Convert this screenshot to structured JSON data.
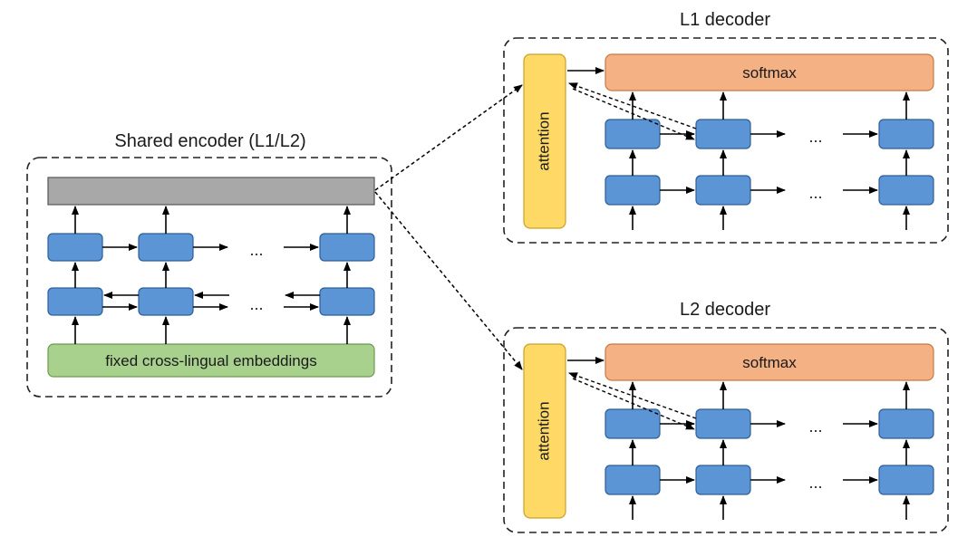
{
  "encoder": {
    "title": "Shared encoder (L1/L2)",
    "embedding_label": "fixed cross-lingual embeddings",
    "ellipsis_upper": "...",
    "ellipsis_lower": "..."
  },
  "decoder_l1": {
    "title": "L1 decoder",
    "attention_label": "attention",
    "softmax_label": "softmax",
    "ellipsis_upper": "...",
    "ellipsis_lower": "..."
  },
  "decoder_l2": {
    "title": "L2 decoder",
    "attention_label": "attention",
    "softmax_label": "softmax",
    "ellipsis_upper": "...",
    "ellipsis_lower": "..."
  },
  "colors": {
    "rnn_cell": "#5b95d6",
    "rnn_cell_border": "#2f5f96",
    "encoder_output": "#a8a8a8",
    "embeddings": "#a9d18e",
    "attention": "#ffd966",
    "softmax": "#f4b183"
  }
}
